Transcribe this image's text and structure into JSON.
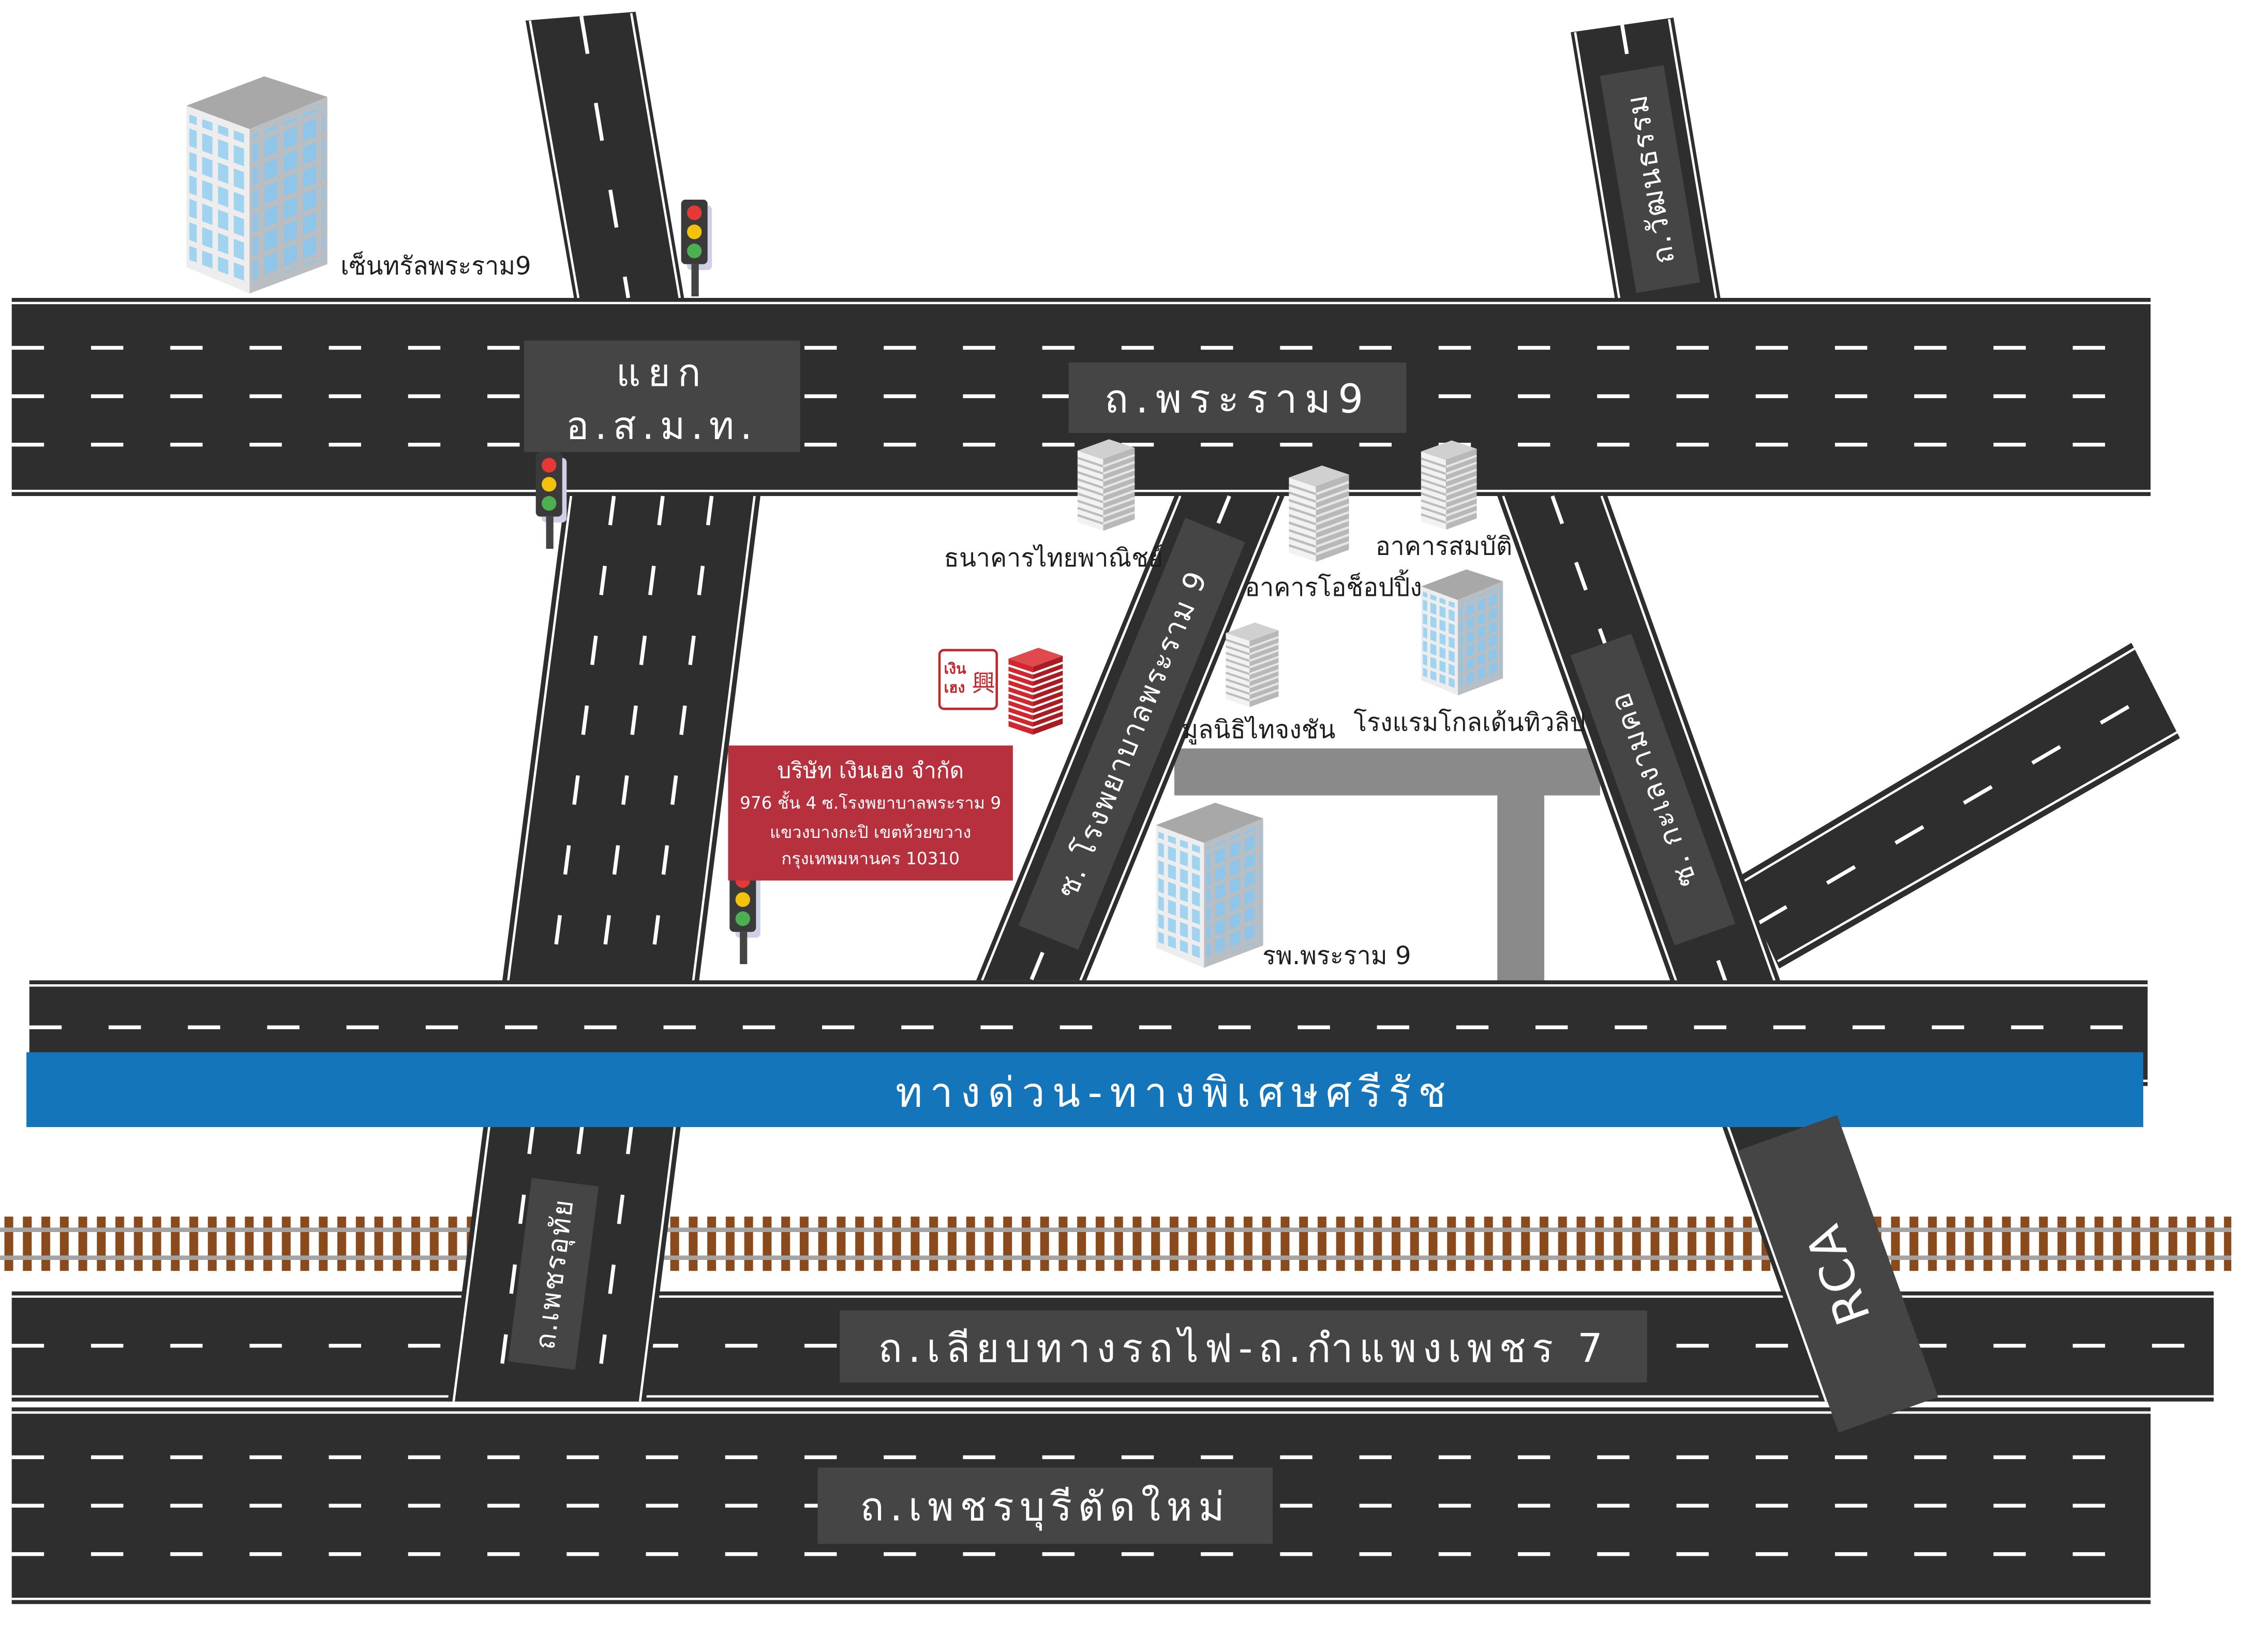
{
  "roads": {
    "asmt_junction": [
      "แยก",
      "อ.ส.ม.ท."
    ],
    "rama9": "ถ.พระราม9",
    "expressway": "ทางด่วน-ทางพิเศษศรีรัช",
    "railway_road": "ถ.เลียบทางรถไฟ-ถ.กำแพงเพชร 7",
    "petchaburi": "ถ.เพชรบุรีตัดใหม่",
    "phetchautai": "ถ.เพชรอุทัย",
    "soi_hospital": "ซ. โรงพยาบาลพระราม 9",
    "soi_kalengamkho": "ซ. กะเลงามคอ",
    "watthanatham": "ถ.วัฒนธรรม",
    "rca": "RCA"
  },
  "landmarks": [
    {
      "name": "เซ็นทรัลพระราม9"
    },
    {
      "name": "ธนาคารไทยพาณิชย์"
    },
    {
      "name": "อาคารโอช็อปปิ้ง"
    },
    {
      "name": "อาคารสมบัติ"
    },
    {
      "name": "โรงแรมโกลเด้นทิวลิป"
    },
    {
      "name": "มูลนิธิไทจงชัน"
    },
    {
      "name": "รพ.พระราม 9"
    }
  ],
  "company": {
    "name": "บริษัท เงินเฮง จำกัด",
    "address": [
      "976 ชั้น 4 ซ.โรงพยาบาลพระราม 9",
      "แขวงบางกะปิ เขตห้วยขวาง",
      "กรุงเทพมหานคร 10310"
    ]
  },
  "logo": {
    "line1": "เงิน",
    "line2": "เฮง",
    "char": "興"
  },
  "icons": {
    "traffic_light": "traffic-light-icon",
    "office_building": "office-building-icon",
    "company_building": "company-building-icon",
    "logo": "ngoen-heng-logo"
  },
  "colors": {
    "road": "#2e2e2e",
    "road_label": "#454545",
    "expressway": "#1575bb",
    "company_box": "#b7303e",
    "service_road": "#8a8a8a",
    "railway": "#8b4a1c"
  }
}
